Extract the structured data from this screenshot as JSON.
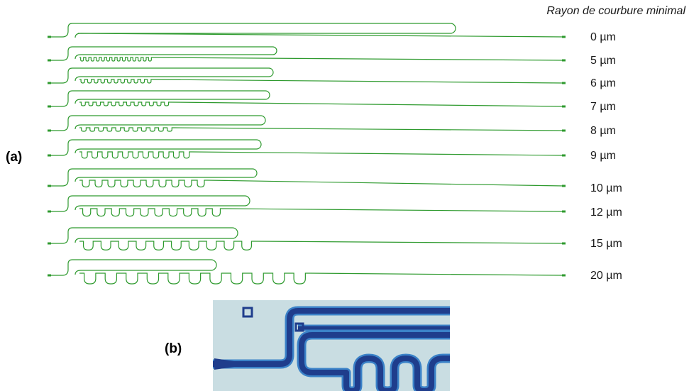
{
  "figure": {
    "column_title": "Rayon de courbure minimal",
    "panel_a_label": "(a)",
    "panel_b_label": "(b)",
    "colors": {
      "waveguide": "#2e9a2e",
      "micro_background": "#c9dde2",
      "micro_waveguide": "#1f3d8c",
      "micro_waveguide_edge": "#3b82c8"
    },
    "waveguides": [
      {
        "radius_label": "0 µm",
        "radius_um": 0
      },
      {
        "radius_label": "5 µm",
        "radius_um": 5
      },
      {
        "radius_label": "6 µm",
        "radius_um": 6
      },
      {
        "radius_label": "7 µm",
        "radius_um": 7
      },
      {
        "radius_label": "8 µm",
        "radius_um": 8
      },
      {
        "radius_label": "9 µm",
        "radius_um": 9
      },
      {
        "radius_label": "10 µm",
        "radius_um": 10
      },
      {
        "radius_label": "12 µm",
        "radius_um": 12
      },
      {
        "radius_label": "15 µm",
        "radius_um": 15
      },
      {
        "radius_label": "20 µm",
        "radius_um": 20
      }
    ]
  }
}
